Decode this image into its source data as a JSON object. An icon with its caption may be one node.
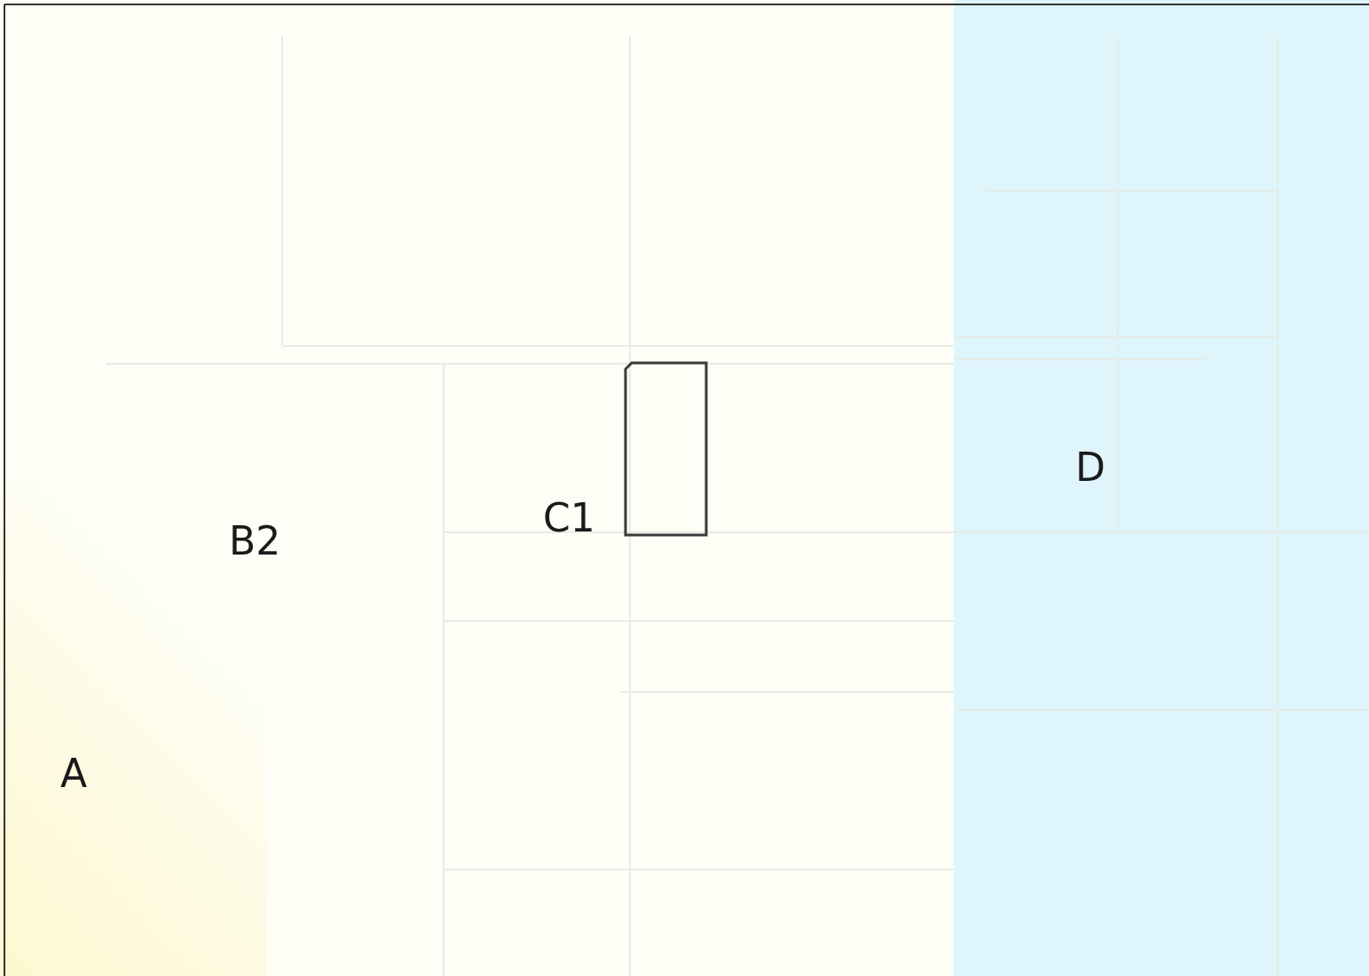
{
  "diagram": {
    "nodes": [
      {
        "text": [],
        "shape": "box",
        "beside": [
          "C1"
        ]
      }
    ],
    "labels": [
      "B2",
      "D",
      "A"
    ]
  }
}
